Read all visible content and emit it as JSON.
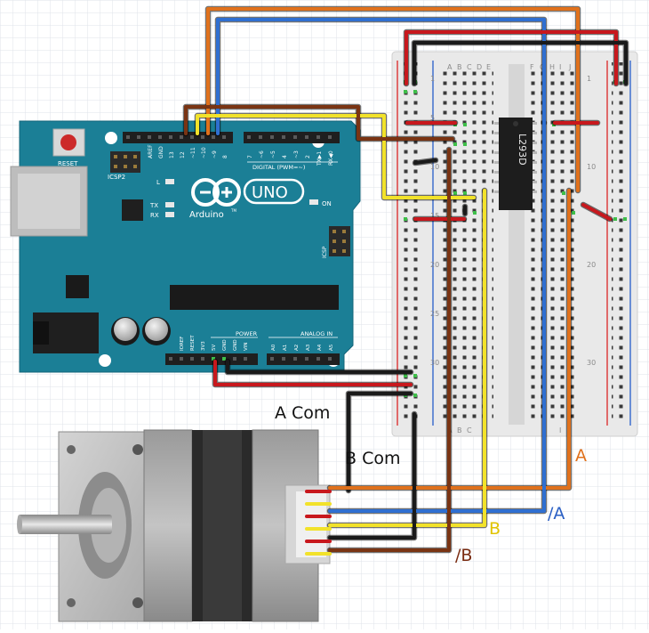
{
  "board": {
    "reset_label": "RESET",
    "icsp2_label": "ICSP2",
    "l_label": "L",
    "tx_label": "TX",
    "rx_label": "RX",
    "on_label": "ON",
    "icsp_label": "ICSP",
    "digital_label": "DIGITAL (PWM=~)",
    "power_label": "POWER",
    "analog_label": "ANALOG IN",
    "logo_model": "UNO",
    "logo_brand": "Arduino",
    "logo_tm": "TM",
    "pin_aref": "AREF",
    "pin_gnd": "GND",
    "pin_13": "13",
    "pin_12": "12",
    "pin_11": "~11",
    "pin_10": "~10",
    "pin_9": "~9",
    "pin_8": "8",
    "pin_7": "7",
    "pin_6": "~6",
    "pin_5": "~5",
    "pin_4": "4",
    "pin_3": "~3",
    "pin_2": "2",
    "pin_1": "TX▶1",
    "pin_0": "RX◀0",
    "pin_ioref": "IOREF",
    "pin_reset": "RESET",
    "pin_3v3": "3V3",
    "pin_5v": "5V",
    "pin_gnd1": "GND",
    "pin_gnd2": "GND",
    "pin_vin": "VIN",
    "pin_a0": "A0",
    "pin_a1": "A1",
    "pin_a2": "A2",
    "pin_a3": "A3",
    "pin_a4": "A4",
    "pin_a5": "A5"
  },
  "breadboard": {
    "columns_left": [
      "A",
      "B",
      "C",
      "D",
      "E"
    ],
    "columns_right": [
      "F",
      "G",
      "H",
      "I",
      "J"
    ],
    "row_numbers": [
      "1",
      "5",
      "10",
      "15",
      "20",
      "25",
      "30"
    ]
  },
  "chip": {
    "label": "L293D"
  },
  "labels": {
    "a_com": "A Com",
    "b_com": "B Com",
    "a": "A",
    "a_bar": "/A",
    "b": "B",
    "b_bar": "/B"
  },
  "colors": {
    "wire_orange": "#e0711c",
    "wire_blue": "#2f6fd1",
    "wire_yellow": "#f2e22a",
    "wire_brown": "#7a3413",
    "wire_black": "#1a1a1a",
    "wire_red": "#c8181d",
    "board_teal": "#1b7f96",
    "label_orange": "#e0711c",
    "label_blue": "#2a5fc4",
    "label_yellow": "#e0c300",
    "label_brown": "#7a2b10"
  }
}
